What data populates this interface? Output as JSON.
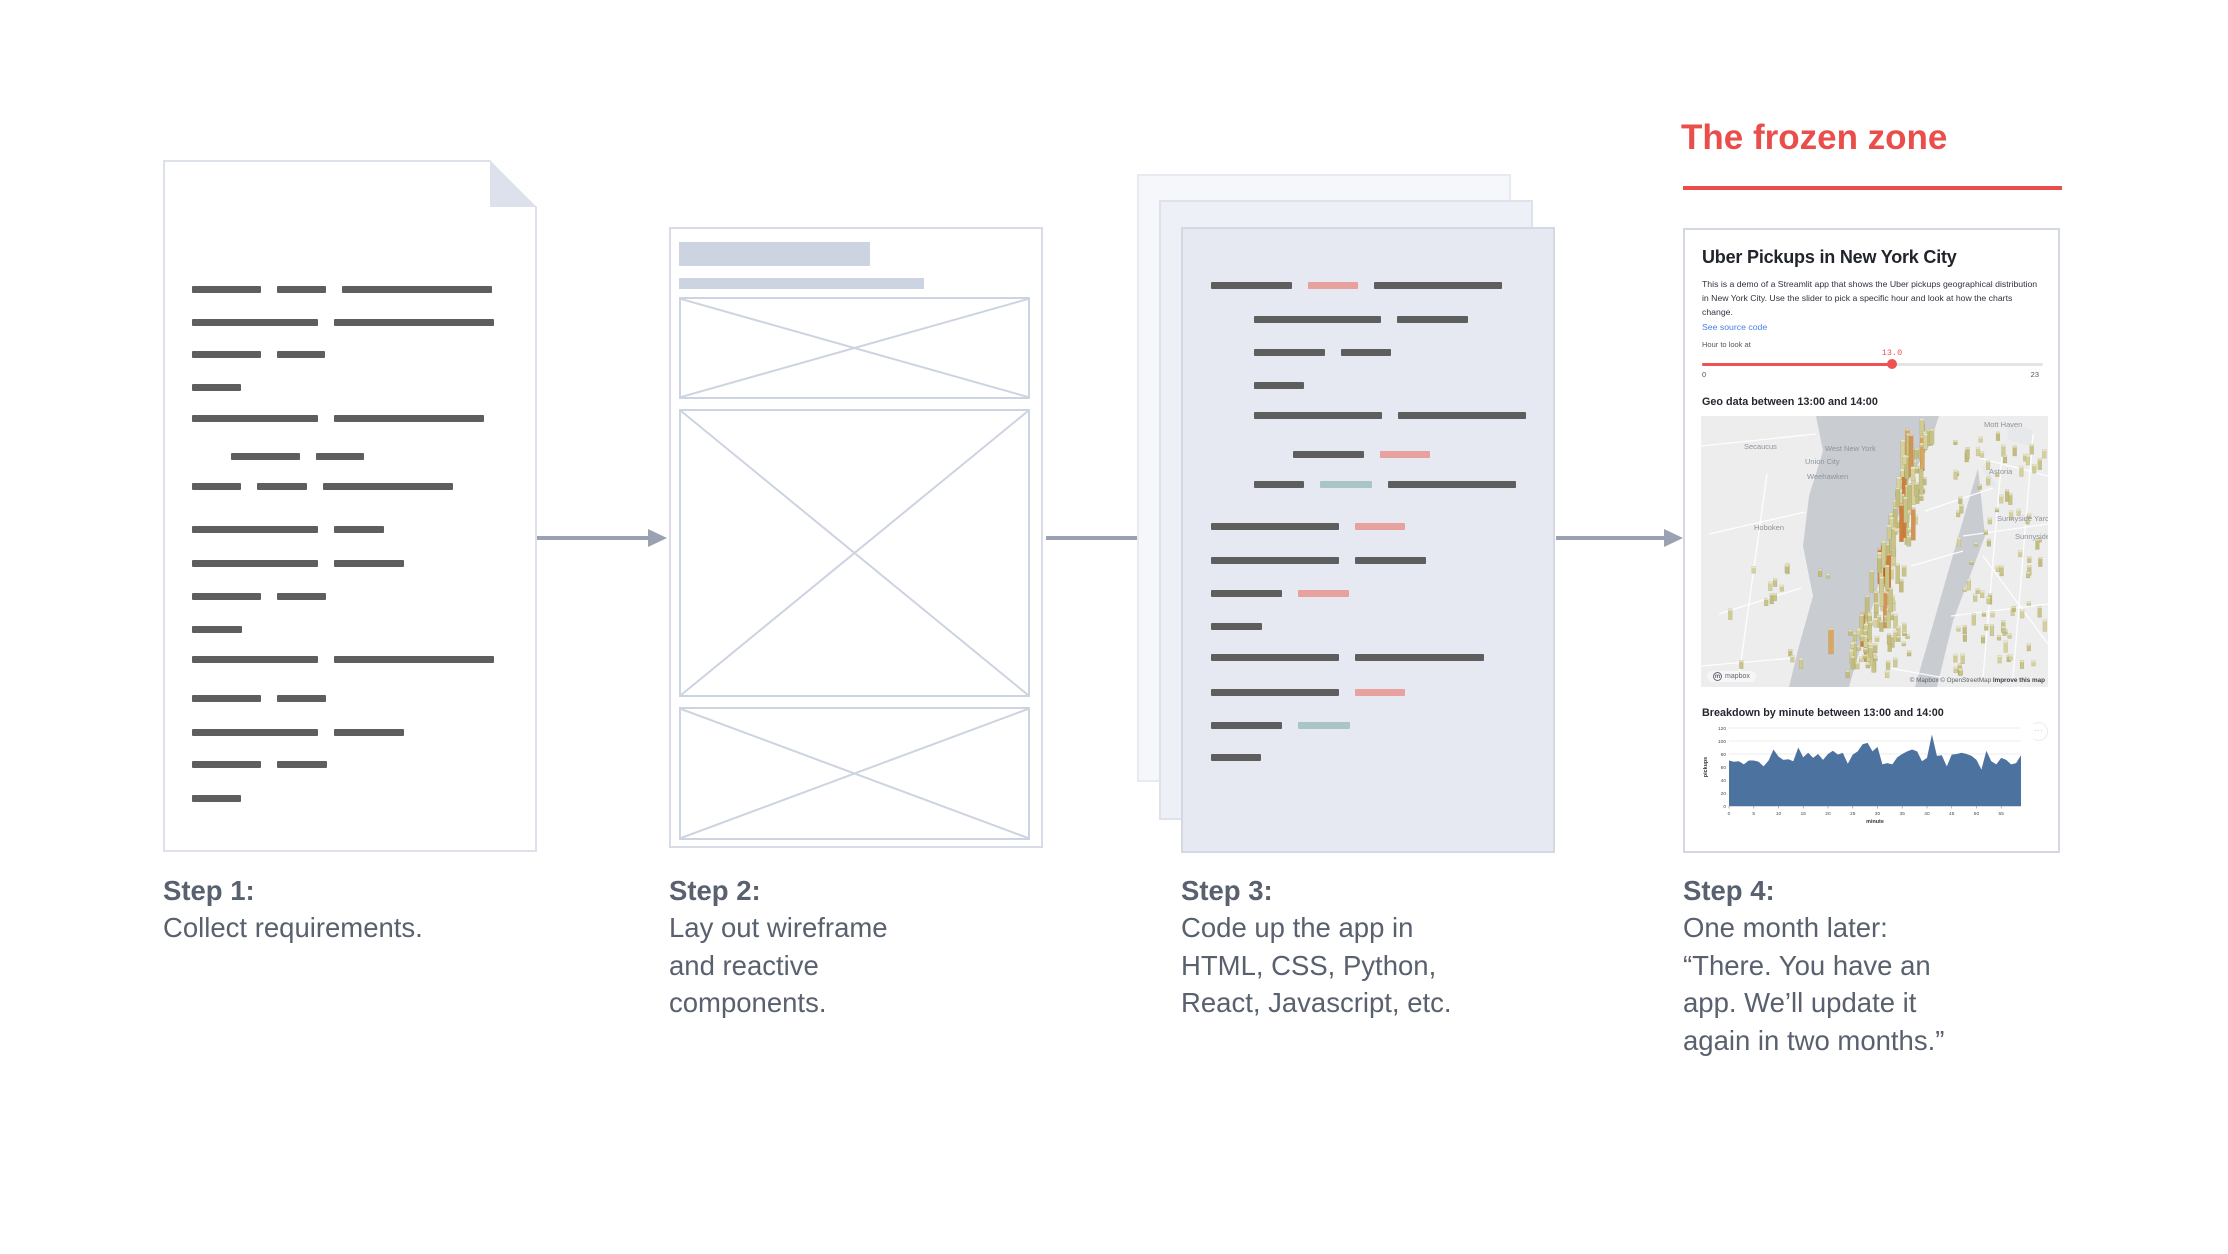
{
  "frozen_zone": {
    "title": "The frozen zone"
  },
  "steps": [
    {
      "label": "Step 1:",
      "lines": [
        "Collect requirements."
      ]
    },
    {
      "label": "Step 2:",
      "lines": [
        "Lay out wireframe",
        "and reactive",
        "components."
      ]
    },
    {
      "label": "Step 3:",
      "lines": [
        "Code up the app in",
        "HTML, CSS, Python,",
        "React, Javascript, etc."
      ]
    },
    {
      "label": "Step 4:",
      "lines": [
        "One month later:",
        "“There. You have an",
        "app. We’ll update it",
        "again in two months.”"
      ]
    }
  ],
  "app": {
    "title": "Uber Pickups in New York City",
    "description": "This is a demo of a Streamlit app that shows the Uber pickups geographical distribution in New York City. Use the slider to pick a specific hour and look at how the charts change.",
    "source_link": "See source code",
    "slider": {
      "label": "Hour to look at",
      "value": "13.0",
      "min": "0",
      "max": "23"
    },
    "geo_header": "Geo data between 13:00 and 14:00",
    "chart_header": "Breakdown by minute between 13:00 and 14:00",
    "menu_icon": "···",
    "map": {
      "labels": [
        "Secaucus",
        "West New York",
        "Union City",
        "Weehawken",
        "Hoboken",
        "Mott Haven",
        "Astoria",
        "Sunnyside Yard",
        "Sunnyside"
      ],
      "attribution": "© Mapbox © OpenStreetMap",
      "improve_link": "Improve this map",
      "logo": "mapbox"
    }
  },
  "chart_data": {
    "type": "area",
    "title": "Breakdown by minute between 13:00 and 14:00",
    "xlabel": "minute",
    "ylabel": "pickups",
    "x_ticks": [
      0,
      5,
      10,
      15,
      20,
      25,
      30,
      35,
      40,
      45,
      50,
      55
    ],
    "y_ticks": [
      0,
      20,
      40,
      60,
      80,
      100,
      120
    ],
    "ylim": [
      0,
      120
    ],
    "xlim": [
      0,
      59
    ],
    "grid": true,
    "legend": false,
    "fill_color": "#4c72a0",
    "x": [
      0,
      1,
      2,
      3,
      4,
      5,
      6,
      7,
      8,
      9,
      10,
      11,
      12,
      13,
      14,
      15,
      16,
      17,
      18,
      19,
      20,
      21,
      22,
      23,
      24,
      25,
      26,
      27,
      28,
      29,
      30,
      31,
      32,
      33,
      34,
      35,
      36,
      37,
      38,
      39,
      40,
      41,
      42,
      43,
      44,
      45,
      46,
      47,
      48,
      49,
      50,
      51,
      52,
      53,
      54,
      55,
      56,
      57,
      58,
      59
    ],
    "values": [
      70,
      68,
      69,
      64,
      70,
      70,
      68,
      61,
      70,
      87,
      76,
      71,
      72,
      69,
      90,
      75,
      82,
      74,
      80,
      71,
      80,
      85,
      79,
      82,
      65,
      79,
      84,
      95,
      97,
      84,
      91,
      64,
      66,
      64,
      75,
      80,
      84,
      87,
      84,
      69,
      74,
      110,
      77,
      78,
      61,
      79,
      80,
      82,
      80,
      77,
      71,
      56,
      85,
      69,
      64,
      74,
      71,
      64,
      66,
      78
    ]
  },
  "colors": {
    "accent_red": "#ea4e4b",
    "slider_red": "#ee5253",
    "link_blue": "#4a7fe8",
    "skeleton_dark": "#5e5e5e",
    "code_red": "#e7a2a0",
    "code_teal": "#a9c6c4",
    "wireframe": "#ccd3e1",
    "arrow": "#9aa1b3",
    "step_text": "#59606e",
    "area_fill": "#4c72a0"
  },
  "step1_doc": {
    "rows": [
      {
        "t": 124,
        "segs": [
          69,
          49,
          150
        ]
      },
      {
        "t": 157,
        "segs": [
          126,
          160
        ]
      },
      {
        "t": 189,
        "segs": [
          69,
          48
        ]
      },
      {
        "t": 222,
        "segs": [
          49
        ]
      },
      {
        "t": 253,
        "segs": [
          126,
          150
        ]
      },
      {
        "t": 291,
        "indent": 39,
        "segs": [
          69,
          48
        ]
      },
      {
        "t": 321,
        "segs": [
          49,
          50,
          130
        ]
      },
      {
        "t": 364,
        "segs": [
          126,
          50
        ]
      },
      {
        "t": 398,
        "segs": [
          126,
          70
        ]
      },
      {
        "t": 431,
        "segs": [
          69,
          49
        ]
      },
      {
        "t": 464,
        "segs": [
          50
        ]
      },
      {
        "t": 494,
        "segs": [
          126,
          160
        ]
      },
      {
        "t": 533,
        "segs": [
          69,
          49
        ]
      },
      {
        "t": 567,
        "segs": [
          126,
          70
        ]
      },
      {
        "t": 599,
        "segs": [
          69,
          50
        ]
      },
      {
        "t": 633,
        "segs": [
          49
        ]
      }
    ]
  },
  "step3_doc": {
    "rows": [
      {
        "t": 53,
        "segs": [
          {
            "w": 81,
            "c": "d"
          },
          {
            "w": 50,
            "c": "r"
          },
          {
            "w": 128,
            "c": "d"
          }
        ]
      },
      {
        "t": 87,
        "indent": 43,
        "segs": [
          {
            "w": 127,
            "c": "d"
          },
          {
            "w": 71,
            "c": "d"
          }
        ]
      },
      {
        "t": 120,
        "indent": 43,
        "segs": [
          {
            "w": 71,
            "c": "d"
          },
          {
            "w": 50,
            "c": "d"
          }
        ]
      },
      {
        "t": 153,
        "indent": 43,
        "segs": [
          {
            "w": 50,
            "c": "d"
          }
        ]
      },
      {
        "t": 183,
        "indent": 43,
        "segs": [
          {
            "w": 128,
            "c": "d"
          },
          {
            "w": 128,
            "c": "d"
          }
        ]
      },
      {
        "t": 222,
        "indent": 82,
        "segs": [
          {
            "w": 71,
            "c": "d"
          },
          {
            "w": 50,
            "c": "r"
          }
        ]
      },
      {
        "t": 252,
        "indent": 43,
        "segs": [
          {
            "w": 50,
            "c": "d"
          },
          {
            "w": 52,
            "c": "t"
          },
          {
            "w": 128,
            "c": "d"
          }
        ]
      },
      {
        "t": 294,
        "segs": [
          {
            "w": 128,
            "c": "d"
          },
          {
            "w": 50,
            "c": "r"
          }
        ]
      },
      {
        "t": 328,
        "segs": [
          {
            "w": 128,
            "c": "d"
          },
          {
            "w": 71,
            "c": "d"
          }
        ]
      },
      {
        "t": 361,
        "segs": [
          {
            "w": 71,
            "c": "d"
          },
          {
            "w": 51,
            "c": "r"
          }
        ]
      },
      {
        "t": 394,
        "segs": [
          {
            "w": 51,
            "c": "d"
          }
        ]
      },
      {
        "t": 425,
        "segs": [
          {
            "w": 128,
            "c": "d"
          },
          {
            "w": 129,
            "c": "d"
          }
        ]
      },
      {
        "t": 460,
        "segs": [
          {
            "w": 128,
            "c": "d"
          },
          {
            "w": 50,
            "c": "r"
          }
        ]
      },
      {
        "t": 493,
        "segs": [
          {
            "w": 71,
            "c": "d"
          },
          {
            "w": 52,
            "c": "t"
          }
        ]
      },
      {
        "t": 525,
        "segs": [
          {
            "w": 50,
            "c": "d"
          }
        ]
      }
    ]
  }
}
